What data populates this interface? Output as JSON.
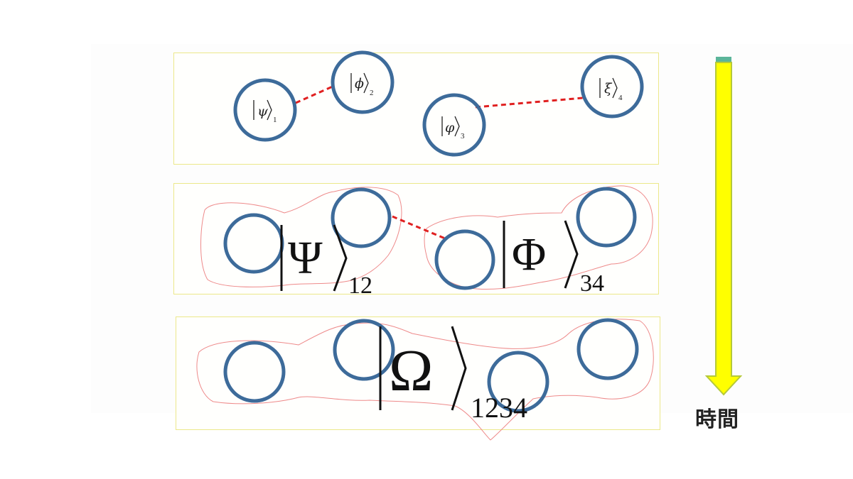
{
  "stage1": {
    "states": [
      {
        "symbol": "ψ",
        "sub": "1"
      },
      {
        "symbol": "ϕ",
        "sub": "2"
      },
      {
        "symbol": "φ",
        "sub": "3"
      },
      {
        "symbol": "ξ",
        "sub": "4"
      }
    ]
  },
  "stage2": {
    "states": [
      {
        "symbol": "Ψ",
        "sub": "12"
      },
      {
        "symbol": "Φ",
        "sub": "34"
      }
    ]
  },
  "stage3": {
    "state": {
      "symbol": "Ω",
      "sub": "1234"
    }
  },
  "time_arrow": {
    "label": "時間",
    "color": "#ffff00",
    "outline": "#b5c93a"
  },
  "colors": {
    "particle": "#3d6b9a",
    "entanglement_link": "#e02020",
    "region_outline": "#ee8a8a",
    "panel_border": "#ece88a"
  }
}
